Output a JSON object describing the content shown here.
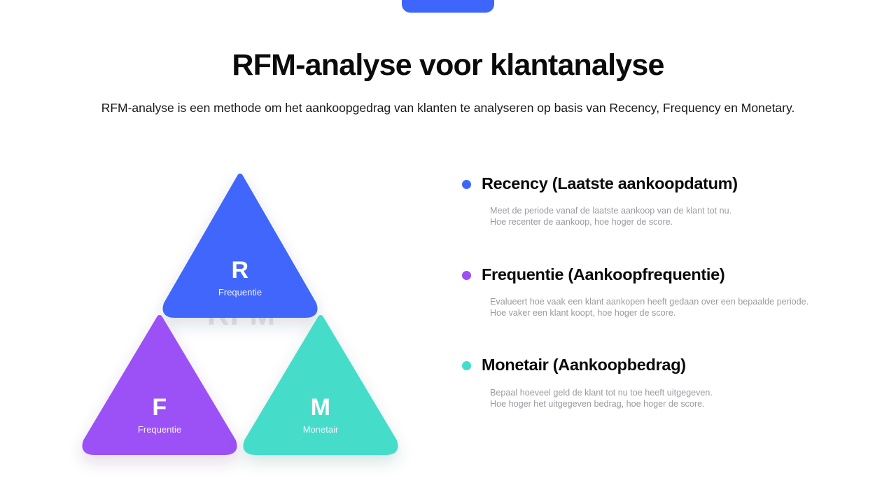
{
  "header": {
    "title": "RFM-analyse voor klantanalyse",
    "subtitle": "RFM-analyse is een methode om het aankoopgedrag van klanten te analyseren op basis van Recency, Frequency en Monetary."
  },
  "top_badge": {
    "color": "#3F66FB"
  },
  "diagram": {
    "watermark": "RFM",
    "triangles": [
      {
        "letter": "R",
        "sublabel": "Frequentie",
        "color": "#3F66FB"
      },
      {
        "letter": "F",
        "sublabel": "Frequentie",
        "color": "#9B51F5"
      },
      {
        "letter": "M",
        "sublabel": "Monetair",
        "color": "#45DDC9"
      }
    ]
  },
  "items": [
    {
      "title": "Recency (Laatste aankoopdatum)",
      "color": "#3F66FB",
      "desc_line1": "Meet de periode vanaf de laatste aankoop van de klant tot nu.",
      "desc_line2": "Hoe recenter de aankoop, hoe hoger de score."
    },
    {
      "title": "Frequentie (Aankoopfrequentie)",
      "color": "#9B51F5",
      "desc_line1": "Evalueert hoe vaak een klant aankopen heeft gedaan over een bepaalde periode.",
      "desc_line2": "Hoe vaker een klant koopt, hoe hoger de score."
    },
    {
      "title": "Monetair (Aankoopbedrag)",
      "color": "#45DDC9",
      "desc_line1": "Bepaal hoeveel geld de klant tot nu toe heeft uitgegeven.",
      "desc_line2": "Hoe hoger het uitgegeven bedrag, hoe hoger de score."
    }
  ]
}
